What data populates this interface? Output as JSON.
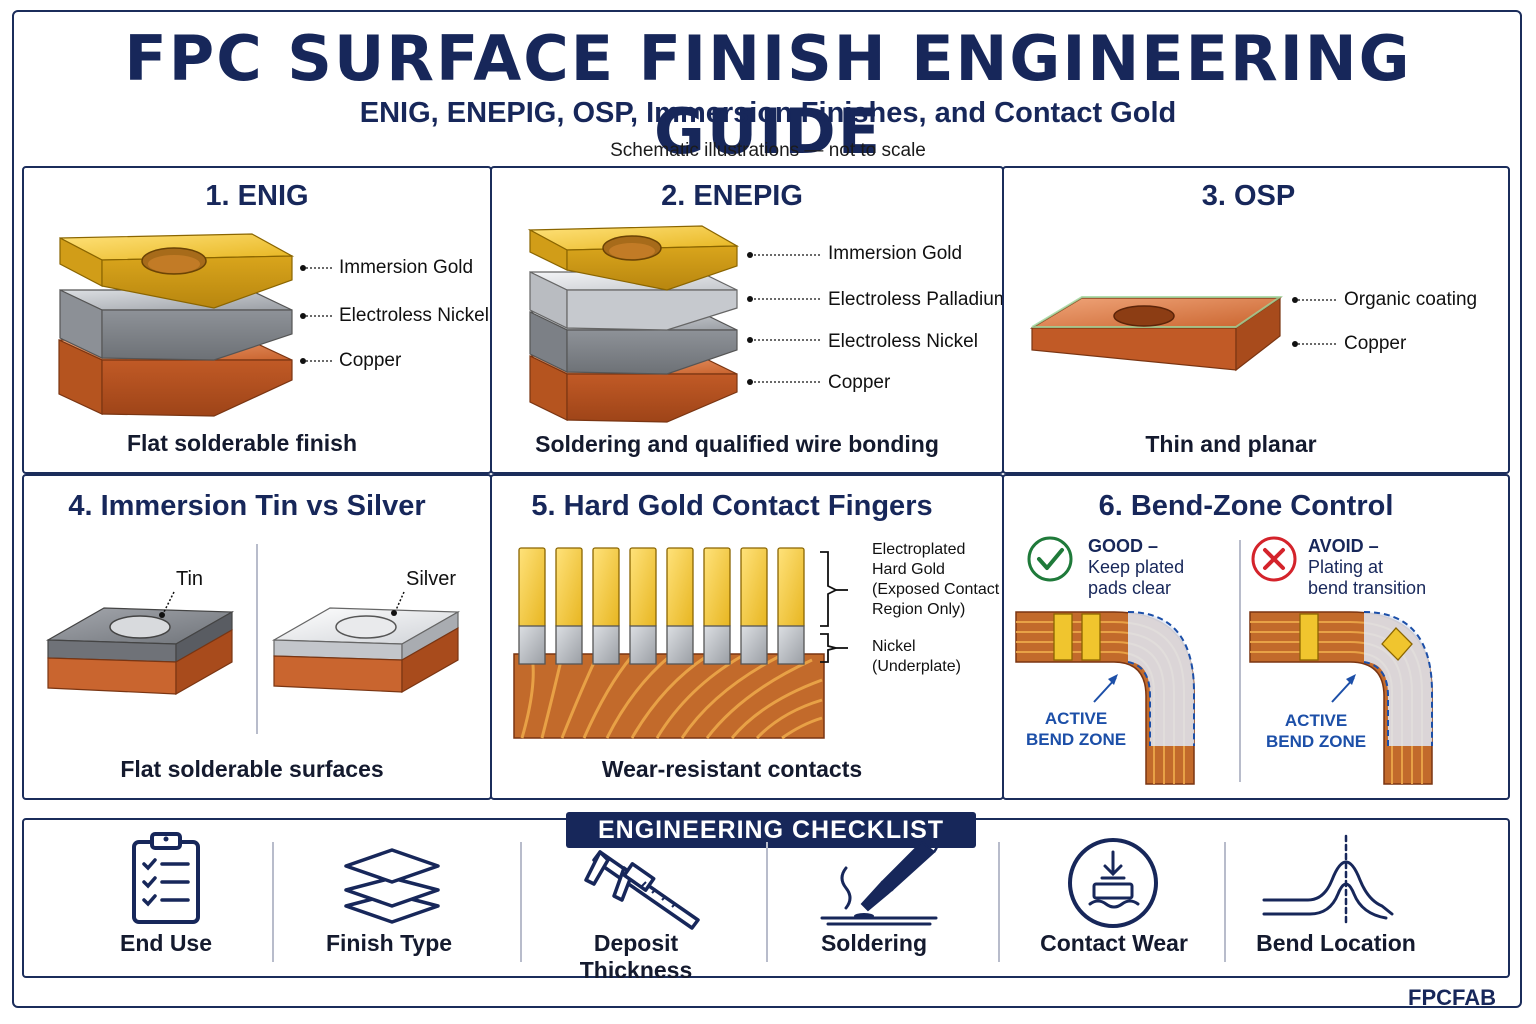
{
  "header": {
    "title": "FPC SURFACE FINISH ENGINEERING GUIDE",
    "subtitle": "ENIG, ENEPIG, OSP, Immersion Finishes, and Contact Gold",
    "note": "Schematic illustrations — not to scale"
  },
  "panels": {
    "enig": {
      "title": "1. ENIG",
      "caption": "Flat solderable finish",
      "layers": [
        "Immersion Gold",
        "Electroless Nickel",
        "Copper"
      ]
    },
    "enepig": {
      "title": "2. ENEPIG",
      "caption": "Soldering and qualified wire bonding",
      "layers": [
        "Immersion Gold",
        "Electroless Palladium",
        "Electroless Nickel",
        "Copper"
      ]
    },
    "osp": {
      "title": "3. OSP",
      "caption": "Thin and planar",
      "layers": [
        "Organic coating",
        "Copper"
      ]
    },
    "immersion": {
      "title": "4. Immersion Tin vs Silver",
      "caption": "Flat solderable surfaces",
      "tin": "Tin",
      "silver": "Silver"
    },
    "hardgold": {
      "title": "5. Hard Gold Contact Fingers",
      "caption": "Wear-resistant contacts",
      "gold_label": [
        "Electroplated",
        "Hard Gold",
        "(Exposed Contact",
        "Region Only)"
      ],
      "nickel_label": [
        "Nickel",
        "(Underplate)"
      ]
    },
    "bend": {
      "title": "6. Bend-Zone Control",
      "good": {
        "head": "GOOD –",
        "line1": "Keep plated",
        "line2": "pads clear"
      },
      "avoid": {
        "head": "AVOID –",
        "line1": "Plating at",
        "line2": "bend transition"
      },
      "zone_label": [
        "ACTIVE",
        "BEND ZONE"
      ]
    }
  },
  "checklist": {
    "heading": "ENGINEERING CHECKLIST",
    "items": [
      "End Use",
      "Finish Type",
      "Deposit Thickness",
      "Soldering",
      "Contact Wear",
      "Bend Location"
    ]
  },
  "brand": "FPCFAB",
  "colors": {
    "navy": "#17275a",
    "gold": "#f0c52e",
    "copper": "#d1703a",
    "nickel": "#a5a8ad",
    "accent_blue": "#1c4fa8",
    "good_green": "#1f7a3a",
    "avoid_red": "#d4232b"
  }
}
